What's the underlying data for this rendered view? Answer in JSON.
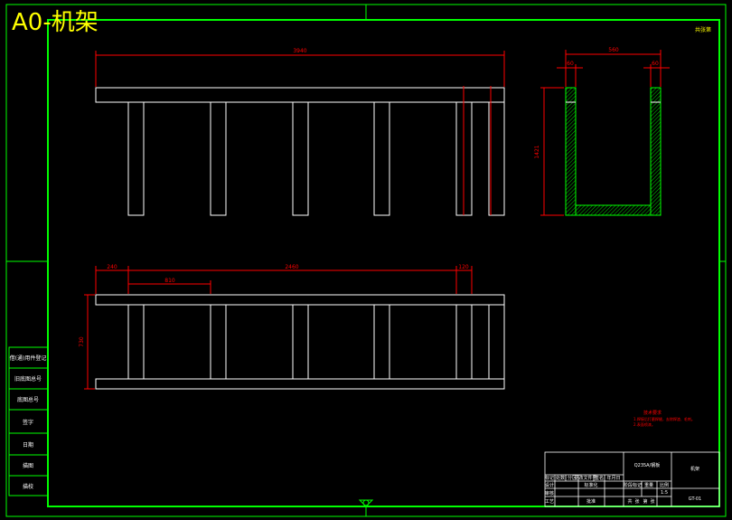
{
  "drawing": {
    "title": "A0-机架",
    "corner_note": "共张第",
    "dim_top_length": "3940",
    "dim_side_width": "560",
    "dim_side_left": "60",
    "dim_side_right": "60",
    "dim_side_height": "1421",
    "dim_bottom_a": "240",
    "dim_bottom_b": "2460",
    "dim_bottom_c": "120",
    "dim_bottom_inner": "810",
    "dim_bottom_height": "730",
    "tech_title": "技术要求",
    "tech_line1": "1.焊接后打磨焊缝，去除焊渣、毛刺。",
    "tech_line2": "2.表面喷漆。",
    "side_labels": [
      "借(通)用件登记",
      "旧底图总号",
      "底图总号",
      "签字",
      "日期",
      "描图",
      "描校"
    ],
    "title_block": {
      "material": "Q235A/钢板",
      "part_name": "机架",
      "drawing_no": "GT-01",
      "scale": "1:5",
      "row1": [
        "标记",
        "处数",
        "分区",
        "更改文件号",
        "签名",
        "年月日"
      ],
      "row2": [
        "设计",
        "标准化",
        "阶段标记",
        "重量",
        "比例"
      ],
      "row3": [
        "审核"
      ],
      "row4": [
        "工艺",
        "批准",
        "共",
        "张",
        "第",
        "张"
      ]
    }
  },
  "colors": {
    "frame": "#00ff00",
    "lines": "#ffffff",
    "dimensions": "#ff0000",
    "title": "#ffff00",
    "hatch": "#00ff00"
  }
}
